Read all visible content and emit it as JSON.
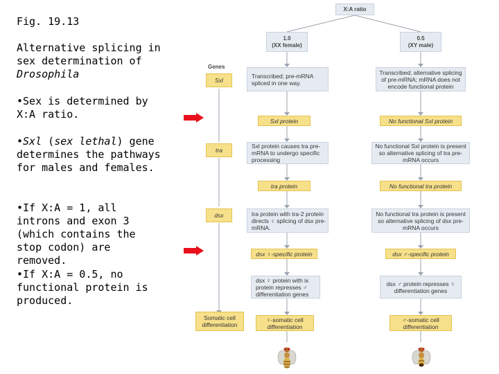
{
  "slide": {
    "fig_label": "Fig. 19.13",
    "title_lines": [
      "Alternative splicing in",
      "sex determination of"
    ],
    "title_species": "Drosophila",
    "bullet1": "•Sex is determined by X:A ratio.",
    "bullet2_prefix": "•",
    "bullet2_gene": "Sxl",
    "bullet2_mid": " (",
    "bullet2_genename": "sex lethal",
    "bullet2_rest": ") gene determines the pathways for males and females.",
    "bullet3": "•If X:A = 1, all introns and exon 3 (which contains the stop codon) are removed.",
    "bullet4": "•If X:A = 0.5, no functional protein is produced."
  },
  "diagram": {
    "root": "X:A ratio",
    "female_ratio": "1.0",
    "female_label": "(XX female)",
    "male_ratio": "0.5",
    "male_label": "(XY male)",
    "genes_header": "Genes",
    "genes": [
      "Sxl",
      "tra",
      "dsx"
    ],
    "somatic": "Somatic cell differentiation",
    "female_steps": [
      "Transcribed; pre-mRNA spliced in one way.",
      "Sxl protein",
      "Sxl protein causes tra pre-mRNA to undergo specific processing",
      "tra protein",
      "tra protein with tra-2 protein directs ♀ splicing of dsx pre-mRNA.",
      "dsx ♀-specific protein",
      "dsx ♀ protein with ix protein represses ♂ differentiation genes",
      "♀-somatic cell differentiation"
    ],
    "male_steps": [
      "Transcribed; alternative splicing of pre-mRNA; mRNA does not encode functional protein",
      "No functional Sxl protein",
      "No functional Sxl protein is present so alternative splicing of tra pre-mRNA occurs",
      "No functional tra protein",
      "No functional tra protein is present so alternative splicing of dsx pre-mRNA occurs",
      "dsx ♂-specific protein",
      "dsx ♂ protein represses ♀ differentiation genes",
      "♂-somatic cell differentiation"
    ]
  },
  "colors": {
    "arrow": "#e8101b",
    "pale_box": "#e6ebf2",
    "yellow_box": "#f7e08a"
  }
}
